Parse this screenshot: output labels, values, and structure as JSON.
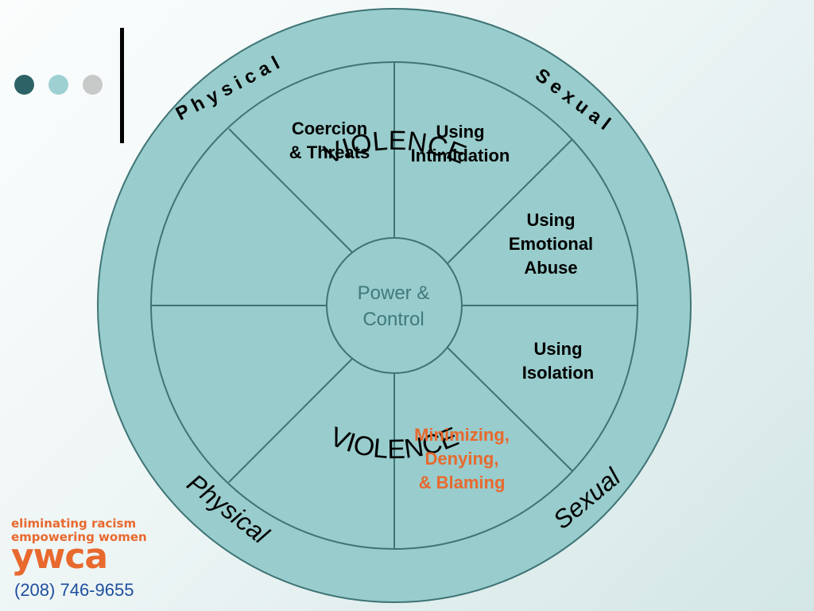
{
  "diagram": {
    "center": "Power &\nControl",
    "wedges": [
      {
        "id": "coercion",
        "lines": [
          "Coercion",
          "& Threats"
        ]
      },
      {
        "id": "intimidation",
        "lines": [
          "Using",
          "Intimidation"
        ]
      },
      {
        "id": "emotional",
        "lines": [
          "Using",
          "Emotional",
          "Abuse"
        ]
      },
      {
        "id": "isolation",
        "lines": [
          "Using",
          "Isolation"
        ]
      },
      {
        "id": "minimizing",
        "lines": [
          "Minimizing,",
          "Denying,",
          "& Blaming"
        ]
      }
    ],
    "rim": {
      "violence_top": "VIOLENCE",
      "violence_bottom": "VIOLENCE",
      "physical_top": "P h y s i c a l",
      "sexual_top": "S e x u a l",
      "physical_bottom": "Physical",
      "sexual_bottom": "Sexual"
    }
  },
  "footer": {
    "tagline_1": "eliminating racism",
    "tagline_2": "empowering women",
    "logo": "ywca",
    "phone": "(208) 746-9655"
  },
  "colors": {
    "wheel_fill": "#99cccc",
    "wheel_stroke": "#3f7475",
    "highlight_text": "#e8692e",
    "center_text": "#3e7a7c",
    "dot_dark": "#2d6366",
    "dot_light": "#9ed0d1",
    "dot_gray": "#c7c9c9"
  },
  "icons": [
    "bullet-dot-dark",
    "bullet-dot-light",
    "bullet-dot-gray"
  ]
}
